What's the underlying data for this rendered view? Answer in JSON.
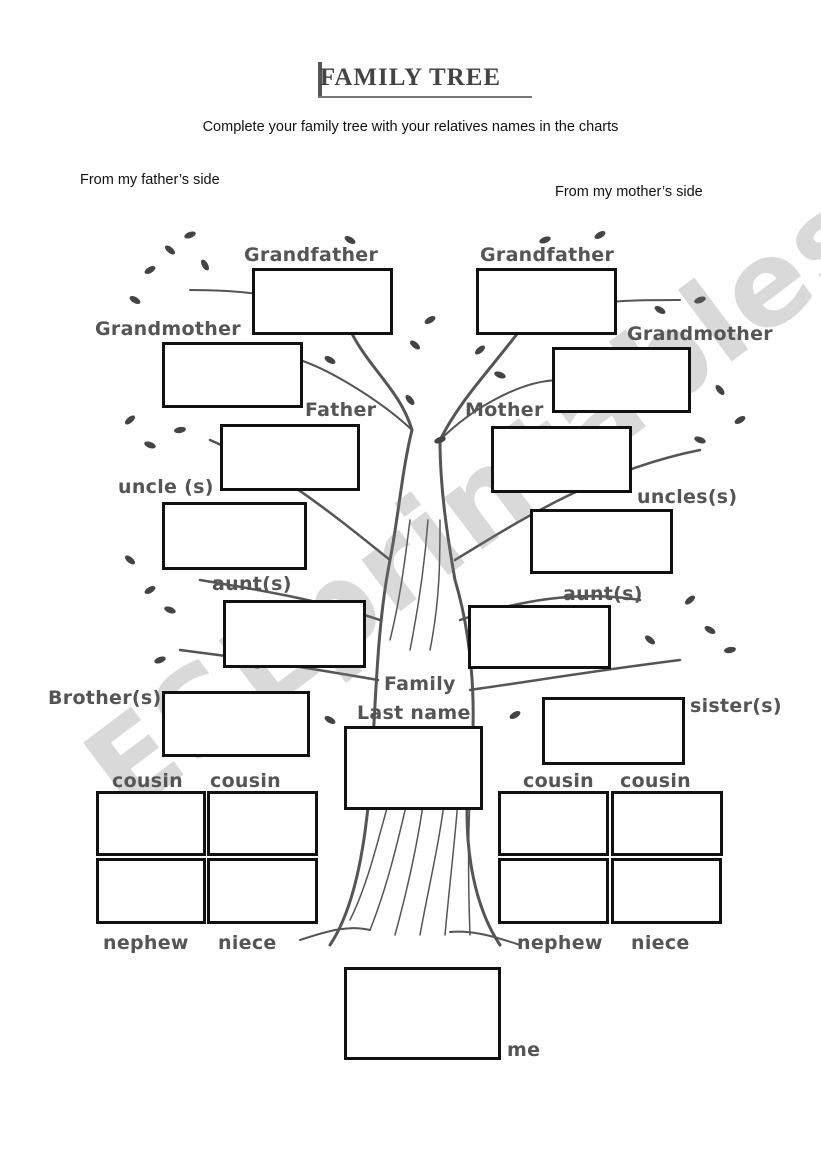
{
  "title": "FAMILY TREE",
  "instructions": "Complete your family tree with your relatives names in the charts",
  "fathers_side": "From my  father’s side",
  "mothers_side": "From my mother’s side",
  "labels": {
    "grandfather_left": "Grandfather",
    "grandfather_right": "Grandfather",
    "grandmother_left": "Grandmother",
    "grandmother_right": "Grandmother",
    "father": "Father",
    "mother": "Mother",
    "uncle_left": "uncle (s)",
    "uncles_right": "uncles(s)",
    "aunt_left": "aunt(s)",
    "aunt_right": "aunt(s)",
    "brothers": "Brother(s)",
    "sisters": "sister(s)",
    "family_last_name_1": "Family",
    "family_last_name_2": "Last name",
    "cousin_1": "cousin",
    "cousin_2": "cousin",
    "cousin_3": "cousin",
    "cousin_4": "cousin",
    "nephew_left": "nephew",
    "niece_left": "niece",
    "nephew_right": "nephew",
    "niece_right": "niece",
    "me": "me"
  },
  "watermark": "ESLprintables.com"
}
